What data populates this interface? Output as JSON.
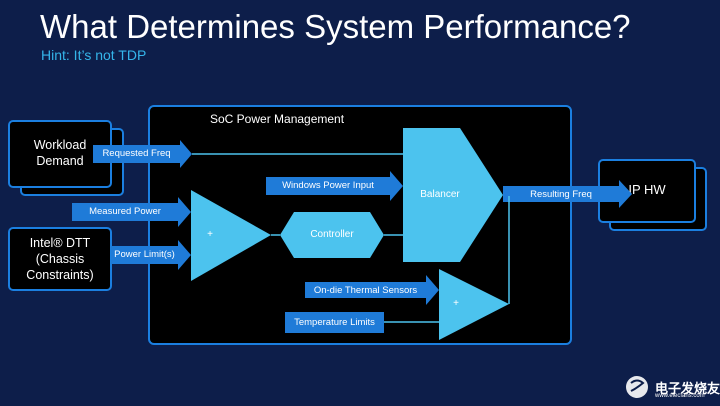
{
  "slide": {
    "title": "What Determines System Performance?",
    "subtitle": "Hint: It’s not TDP"
  },
  "soc": {
    "label": "SoC Power Management"
  },
  "inputs": {
    "workload": "Workload\nDemand",
    "dtt": "Intel® DTT\n(Chassis\nConstraints)"
  },
  "output": {
    "label": "IP HW"
  },
  "signals": {
    "requested_freq": "Requested Freq",
    "measured_power": "Measured Power",
    "power_limits": "Power Limit(s)",
    "windows_power_input": "Windows Power Input",
    "resulting_freq": "Resulting Freq",
    "thermal_sensors": "On-die Thermal Sensors",
    "temperature_limits": "Temperature Limits"
  },
  "blocks": {
    "adder_left": "+",
    "controller": "Controller",
    "balancer": "Balancer",
    "adder_right": "+"
  },
  "watermark": {
    "text": "电子发烧友",
    "sub": "www.elecfans.com"
  },
  "colors": {
    "background": "#0d1e4a",
    "accent": "#35b5ea",
    "arrow_fill": "#1f7bd8",
    "block_fill": "#4cc3ee",
    "frame": "#1b7fe0"
  }
}
